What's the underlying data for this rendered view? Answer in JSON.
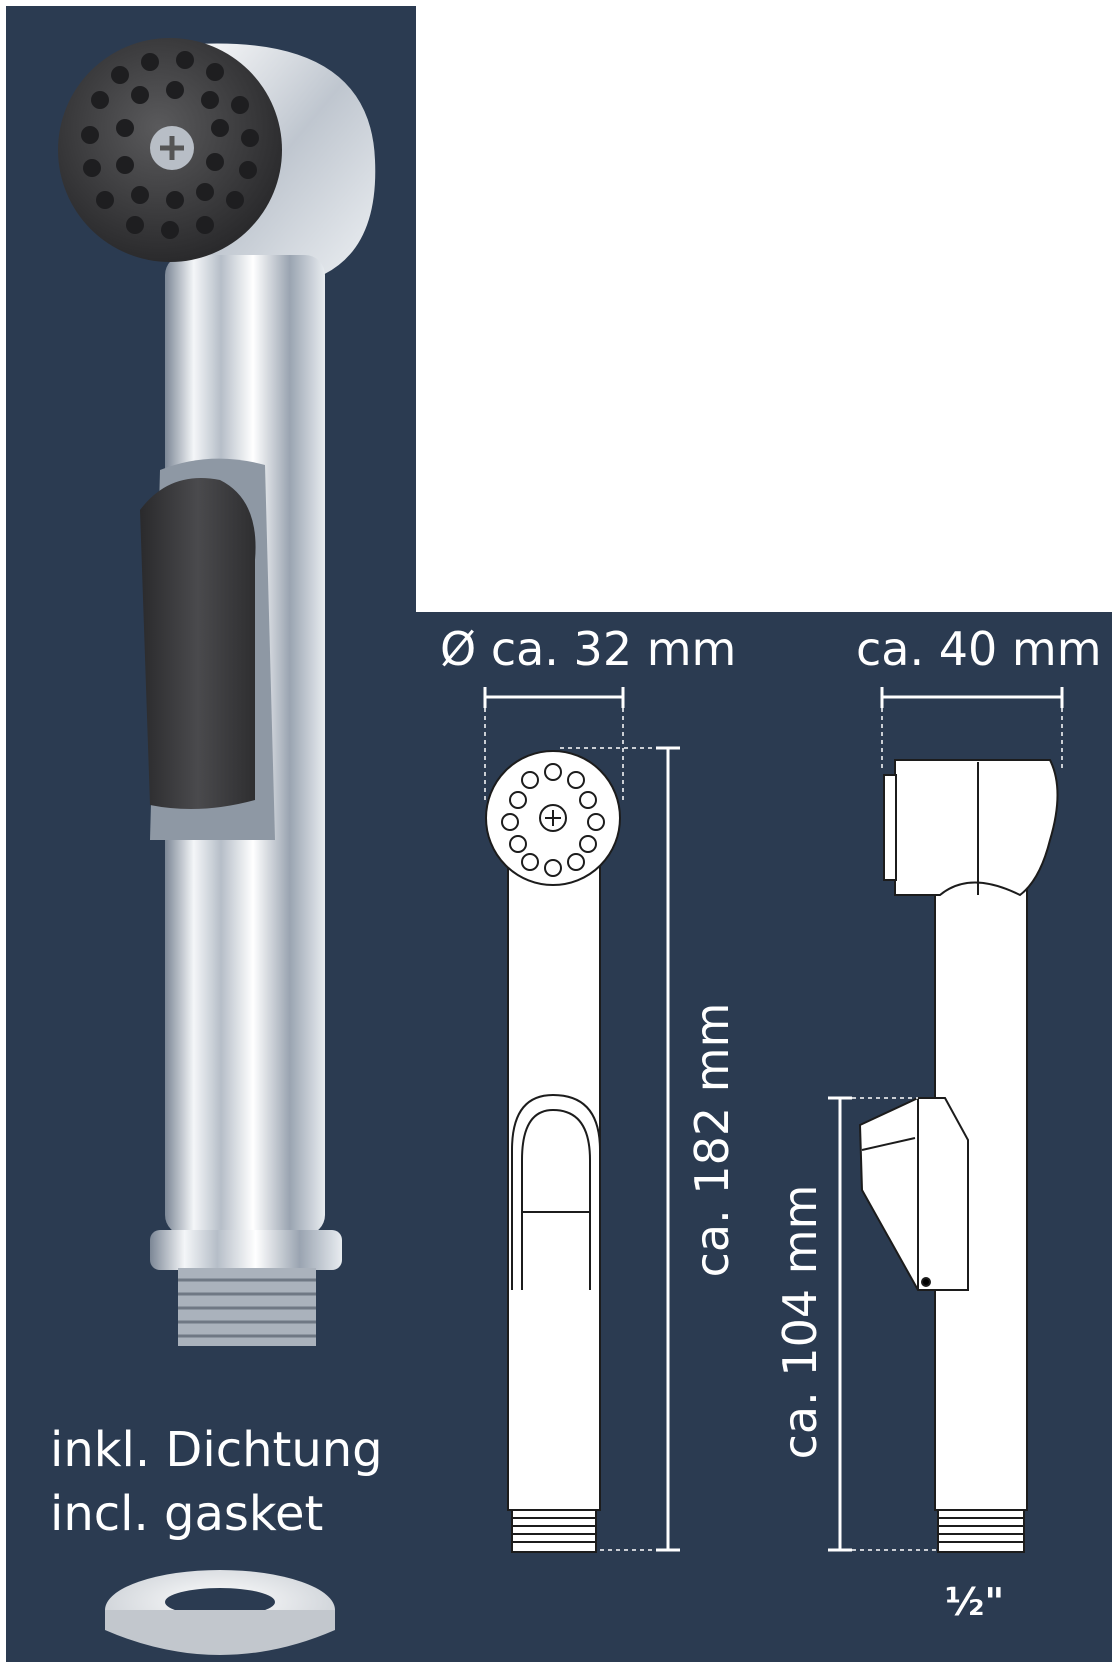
{
  "background_color": "#2b3b51",
  "accent_color": "#ffffff",
  "photo": {
    "icon": "hand-shower-photo",
    "gasket_icon": "gasket-ring-icon"
  },
  "gasket_note": {
    "line1": "inkl. Dichtung",
    "line2": "incl. gasket"
  },
  "dimensions": {
    "diameter": "Ø ca. 32 mm",
    "width": "ca. 40 mm",
    "length": "ca. 182 mm",
    "height": "ca. 104 mm",
    "thread": "½\""
  }
}
